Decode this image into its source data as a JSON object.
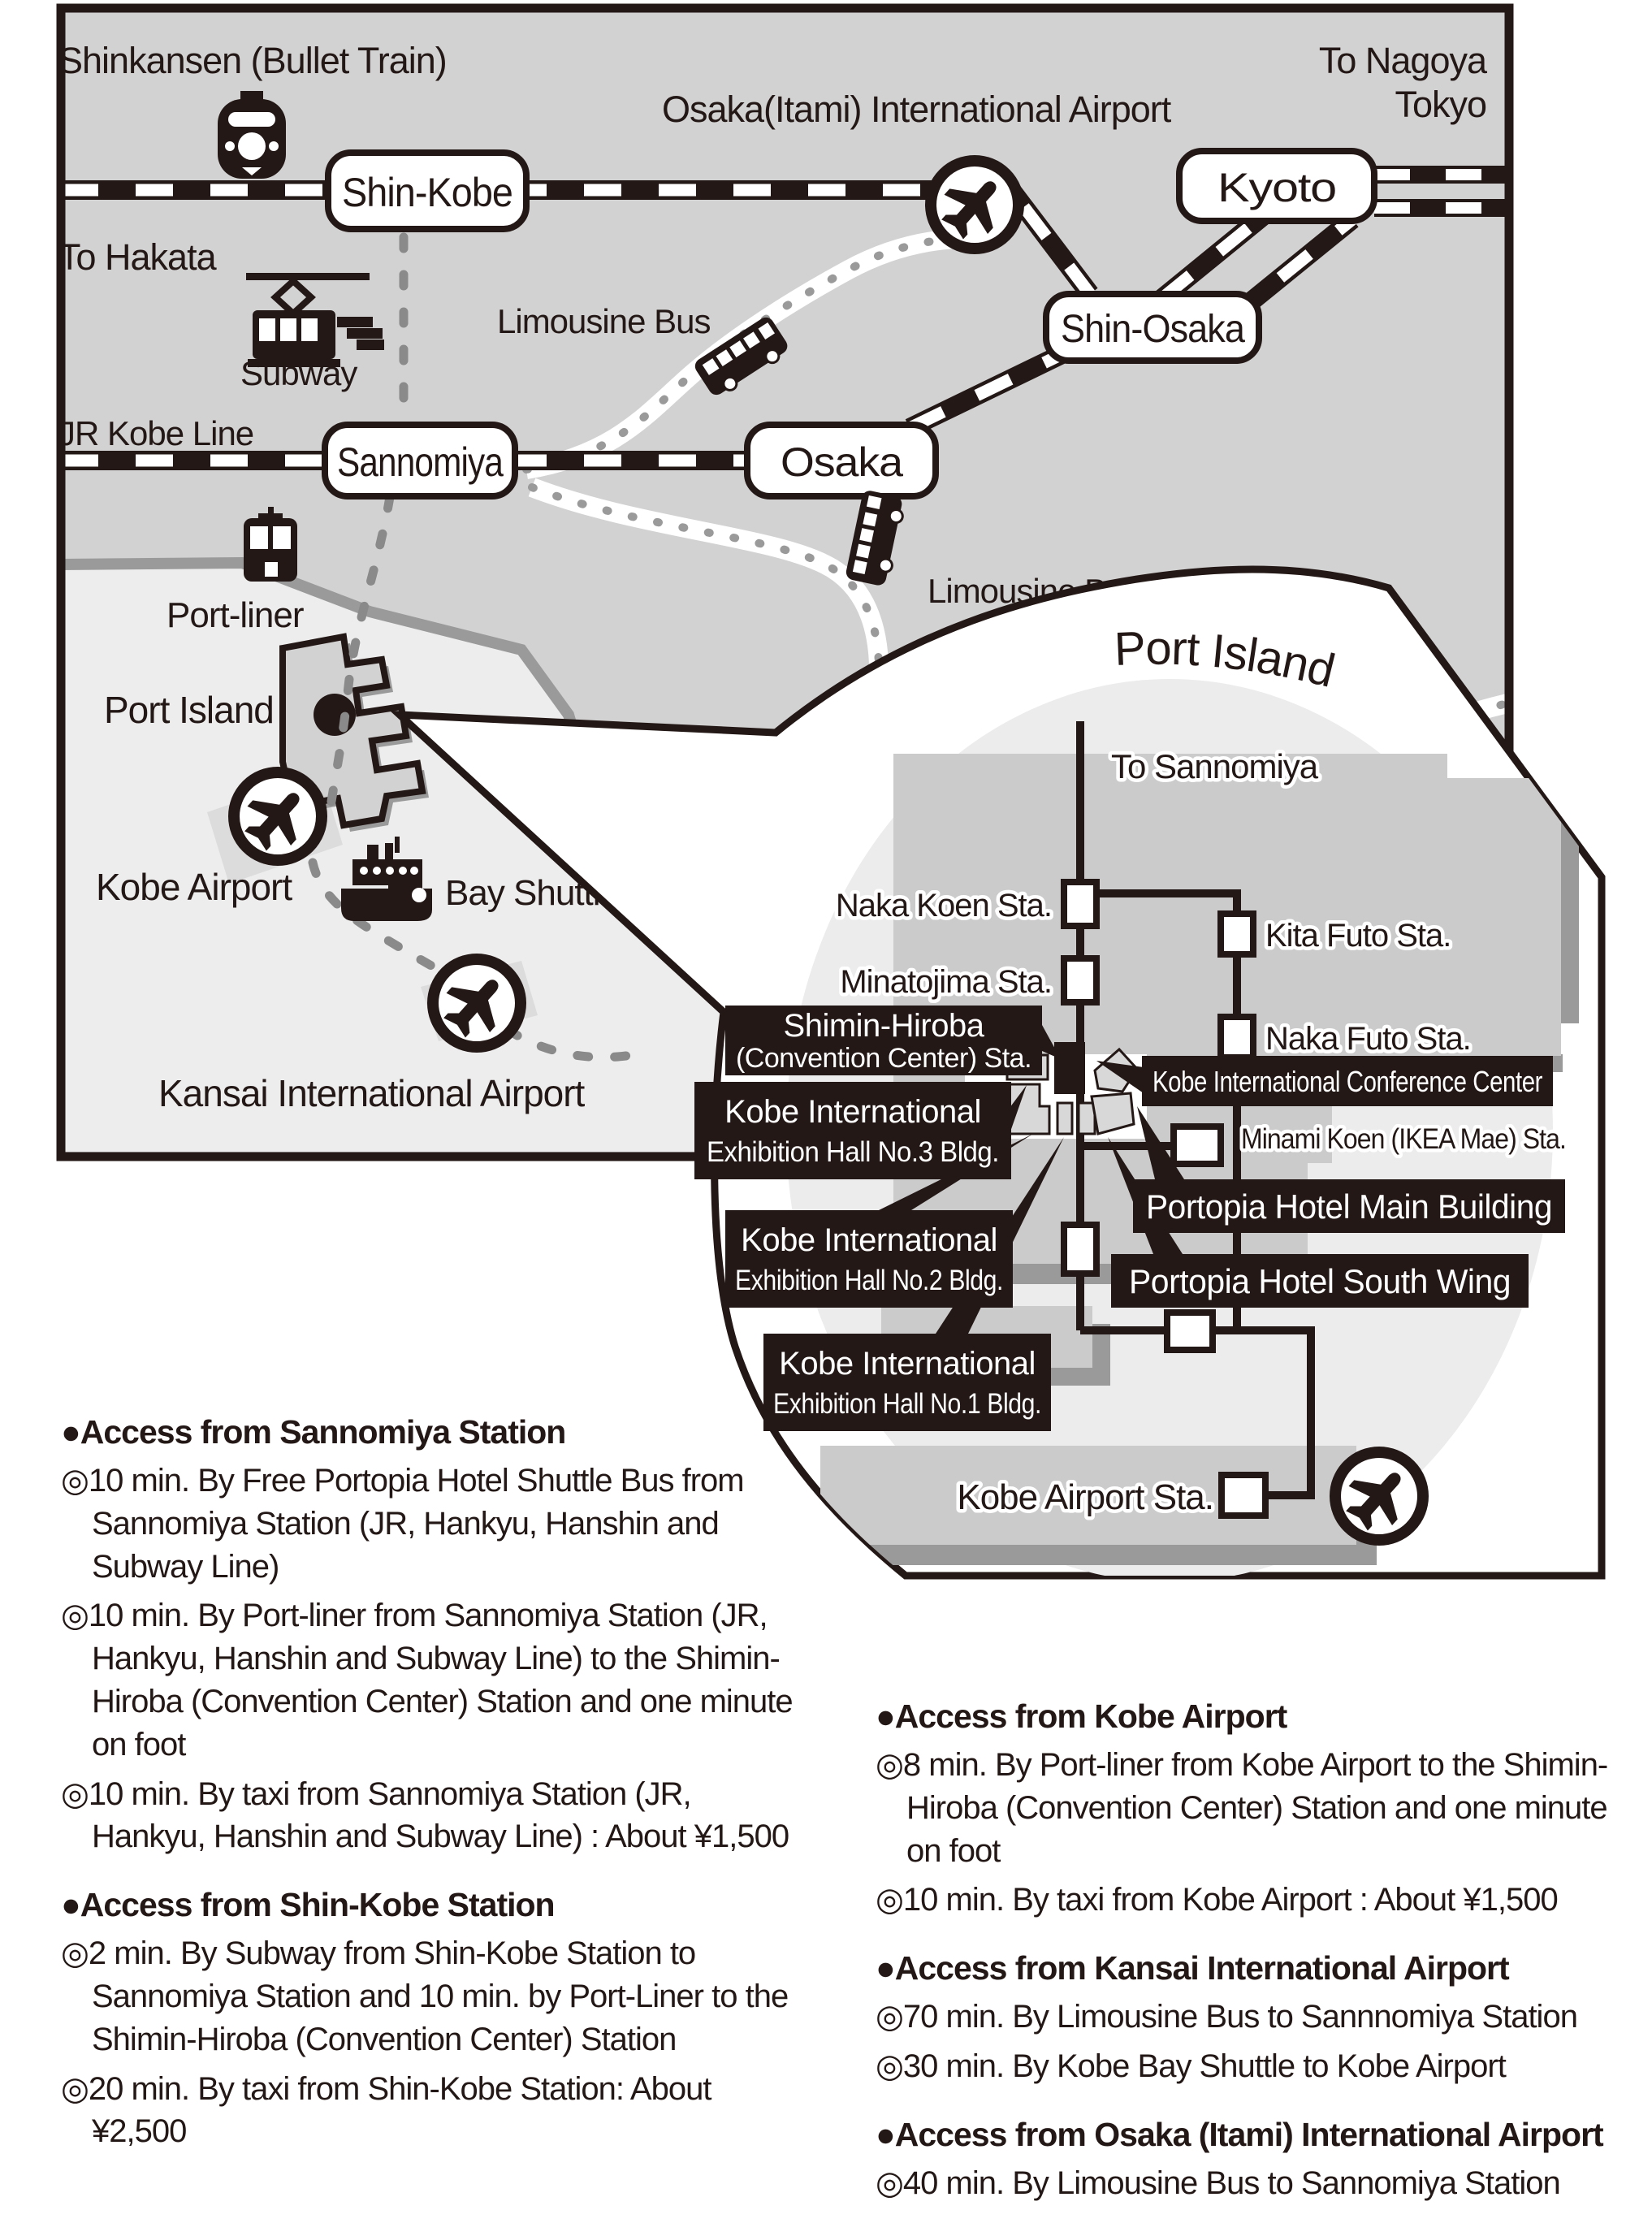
{
  "map": {
    "labels": {
      "shinkansen": "Shinkansen (Bullet Train)",
      "to_hakata": "To Hakata",
      "subway": "Subway",
      "jr_kobe_line": "JR Kobe Line",
      "limousine_bus": "Limousine Bus",
      "itami_airport": "Osaka(Itami) International Airport",
      "to_nagoya": "To Nagoya",
      "tokyo": "Tokyo",
      "port_liner": "Port-liner",
      "port_island": "Port Island",
      "kobe_airport": "Kobe Airport",
      "bay_shuttle": "Bay Shuttle",
      "kansai_airport": "Kansai International Airport"
    },
    "stations": {
      "shin_kobe": "Shin-Kobe",
      "sannomiya": "Sannomiya",
      "osaka": "Osaka",
      "shin_osaka": "Shin-Osaka",
      "kyoto": "Kyoto"
    }
  },
  "inset": {
    "title": "Port Island",
    "labels": {
      "to_sannomiya": "To Sannomiya",
      "naka_koen": "Naka Koen Sta.",
      "minatojima": "Minatojima Sta.",
      "kita_futo": "Kita Futo Sta.",
      "naka_futo": "Naka Futo Sta.",
      "minami_koen": "Minami Koen (IKEA Mae) Sta.",
      "kobe_airport_sta": "Kobe Airport Sta."
    },
    "boxes": {
      "shimin_line1": "Shimin-Hiroba",
      "shimin_line2": "(Convention Center) Sta.",
      "conference": "Kobe International Conference Center",
      "hall_line1": "Kobe International",
      "hall3_line2": "Exhibition Hall No.3 Bldg.",
      "hall2_line2": "Exhibition Hall No.2 Bldg.",
      "hall1_line2": "Exhibition Hall No.1 Bldg.",
      "portopia_main": "Portopia Hotel Main Building",
      "portopia_south": "Portopia Hotel South Wing"
    }
  },
  "access": {
    "left": [
      {
        "text": "●Access from Sannomiya Station"
      },
      {
        "text": "◎10 min. By Free Portopia Hotel Shuttle Bus from Sannomiya Station (JR, Hankyu, Hanshin and Subway Line)"
      },
      {
        "text": "◎10 min. By Port-liner from Sannomiya Station (JR, Hankyu, Hanshin and Subway Line) to the Shimin-Hiroba (Convention Center) Station and one minute on foot"
      },
      {
        "text": "◎10 min. By taxi from Sannomiya Station (JR, Hankyu, Hanshin and Subway Line) : About ¥1,500"
      },
      {
        "text": "●Access from Shin-Kobe Station"
      },
      {
        "text": "◎2 min. By Subway from Shin-Kobe Station to Sannomiya Station and 10 min. by Port-Liner to the Shimin-Hiroba  (Convention Center) Station"
      },
      {
        "text": "◎20 min. By taxi from Shin-Kobe Station: About ¥2,500"
      }
    ],
    "right": [
      {
        "text": "●Access from Kobe Airport"
      },
      {
        "text": "◎8 min. By Port-liner from Kobe Airport to the Shimin-Hiroba (Convention Center) Station and one minute on foot"
      },
      {
        "text": "◎10 min. By taxi from Kobe Airport : About ¥1,500"
      },
      {
        "text": "●Access from Kansai International Airport"
      },
      {
        "text": "◎70 min. By Limousine Bus to Sannnomiya Station"
      },
      {
        "text": "◎30 min. By Kobe Bay Shuttle to Kobe Airport"
      },
      {
        "text": "●Access from Osaka (Itami) International Airport"
      },
      {
        "text": "◎40 min. By Limousine Bus to Sannomiya Station"
      }
    ]
  },
  "icons": {
    "bullet-train-icon": "shinkansen pictogram",
    "subway-icon": "subway tram with stairs pictogram",
    "bus-icon": "limousine bus pictogram",
    "airplane-icon": "airplane in circle",
    "ship-icon": "bay shuttle ferry pictogram",
    "portliner-icon": "port-liner train front pictogram"
  },
  "colors": {
    "ink": "#231815",
    "land": "#d2d2d2",
    "sea": "#ededed",
    "inset_sea": "#ececec",
    "inset_land": "#cbcbcb",
    "shadow": "#9a9a9a",
    "dash": "#8a8a8a",
    "white": "#ffffff"
  }
}
